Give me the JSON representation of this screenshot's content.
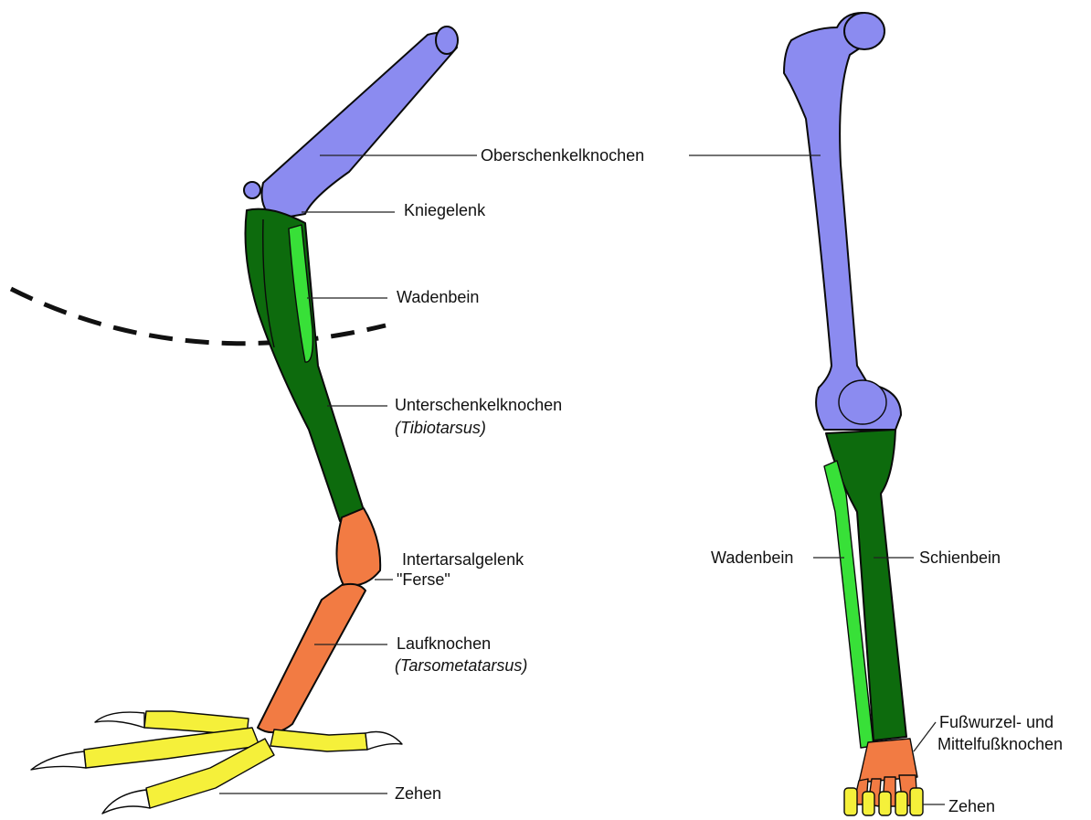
{
  "colors": {
    "femur": "#8b8bf0",
    "tibia": "#0d6b0d",
    "fibula": "#38e038",
    "tarsus": "#f27b43",
    "toes": "#f5f03a",
    "claws": "#ffffff",
    "outline": "#0a0a0a"
  },
  "bird_leg": {
    "labels": {
      "femur": "Oberschenkelknochen",
      "knee": "Kniegelenk",
      "fibula": "Wadenbein",
      "tibiotarsus": "Unterschenkelknochen",
      "tibiotarsus_latin": "(Tibiotarsus)",
      "intertarsal": "Intertarsalgelenk",
      "heel": "\"Ferse\"",
      "tarsometatarsus": "Laufknochen",
      "tarsometatarsus_latin": "(Tarsometatarsus)",
      "toes": "Zehen"
    }
  },
  "human_leg": {
    "labels": {
      "fibula": "Wadenbein",
      "tibia": "Schienbein",
      "tarsals_line1": "Fußwurzel- und",
      "tarsals_line2": "Mittelfußknochen",
      "toes": "Zehen"
    }
  }
}
